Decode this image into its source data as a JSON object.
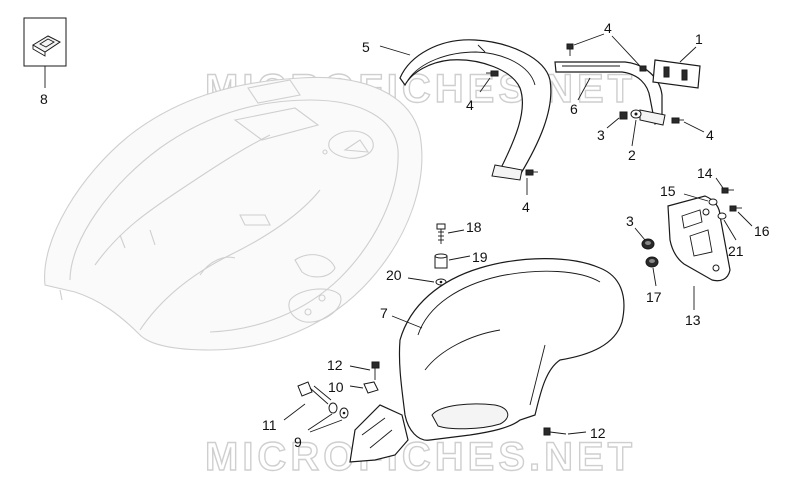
{
  "watermark": "MICROFICHES.NET",
  "callouts": {
    "n1": "1",
    "n2": "2",
    "n3a": "3",
    "n3b": "3",
    "n4a": "4",
    "n4b": "4",
    "n4c": "4",
    "n4d": "4",
    "n5": "5",
    "n6": "6",
    "n7": "7",
    "n8": "8",
    "n9": "9",
    "n10": "10",
    "n11": "11",
    "n12a": "12",
    "n12b": "12",
    "n13": "13",
    "n14": "14",
    "n15": "15",
    "n16": "16",
    "n17": "17",
    "n18": "18",
    "n19": "19",
    "n20": "20",
    "n21": "21"
  },
  "icons": {
    "clip": "spring-clip-icon",
    "screw": "screw-icon",
    "nut": "nut-icon",
    "washer": "washer-icon"
  }
}
